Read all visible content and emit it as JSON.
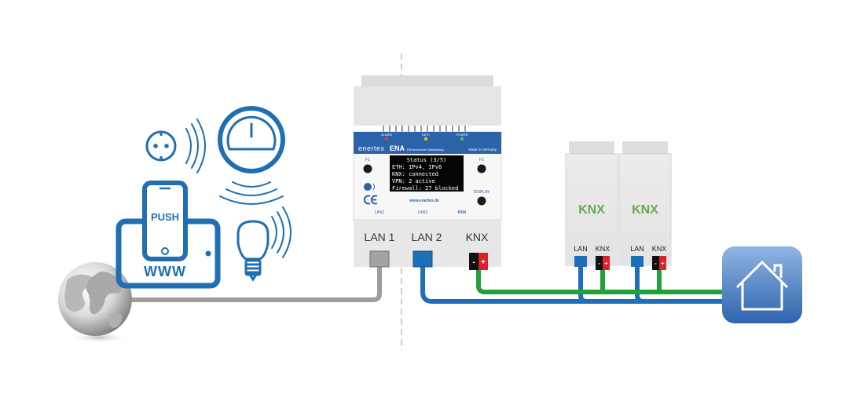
{
  "colors": {
    "blue": "#1f6fb2",
    "lan_blue": "#1d6fb8",
    "gray": "#9d9d9d",
    "green": "#22a03c",
    "knx_red": "#d8232a",
    "knx_green": "#6aa84f",
    "house_blue": "#2f6db5"
  },
  "icons": {
    "globe": "globe-icon",
    "socket": "power-socket-icon",
    "thermostat": "thermostat-icon",
    "phone": "smartphone-icon",
    "tablet": "tablet-icon",
    "bulb": "light-bulb-icon",
    "house": "house-icon",
    "ce": "ce-mark-icon",
    "wifi": "wireless-waves-icon"
  },
  "devices": {
    "phone_label": "PUSH",
    "tablet_label": "WWW"
  },
  "gateway": {
    "brand": "enertex",
    "product": "ENA",
    "tagline": "Elektronische Entwicklung",
    "made_in": "Made in Germany",
    "led_alarm": "ALARM",
    "led_info": "INFO",
    "led_power": "POWER",
    "f1": "F1",
    "f2": "F2",
    "display_label": "DISPLAY",
    "url": "www.enertex.de",
    "port_lan1_small": "LAN1",
    "port_lan2_small": "LAN2",
    "port_knx_small": "KNX",
    "screen_lines": [
      "Status (3/5)",
      "ETH: IPv4, IPv6",
      "KNX: connected",
      "VPN: 2 active",
      "Firewall: 27 blocked"
    ],
    "port_lan1": "LAN 1",
    "port_lan2": "LAN 2",
    "port_knx": "KNX"
  },
  "knx_modules": [
    {
      "logo": "KNX",
      "port_lan": "LAN",
      "port_knx": "KNX"
    },
    {
      "logo": "KNX",
      "port_lan": "LAN",
      "port_knx": "KNX"
    }
  ],
  "polarity": {
    "minus": "-",
    "plus": "+"
  }
}
